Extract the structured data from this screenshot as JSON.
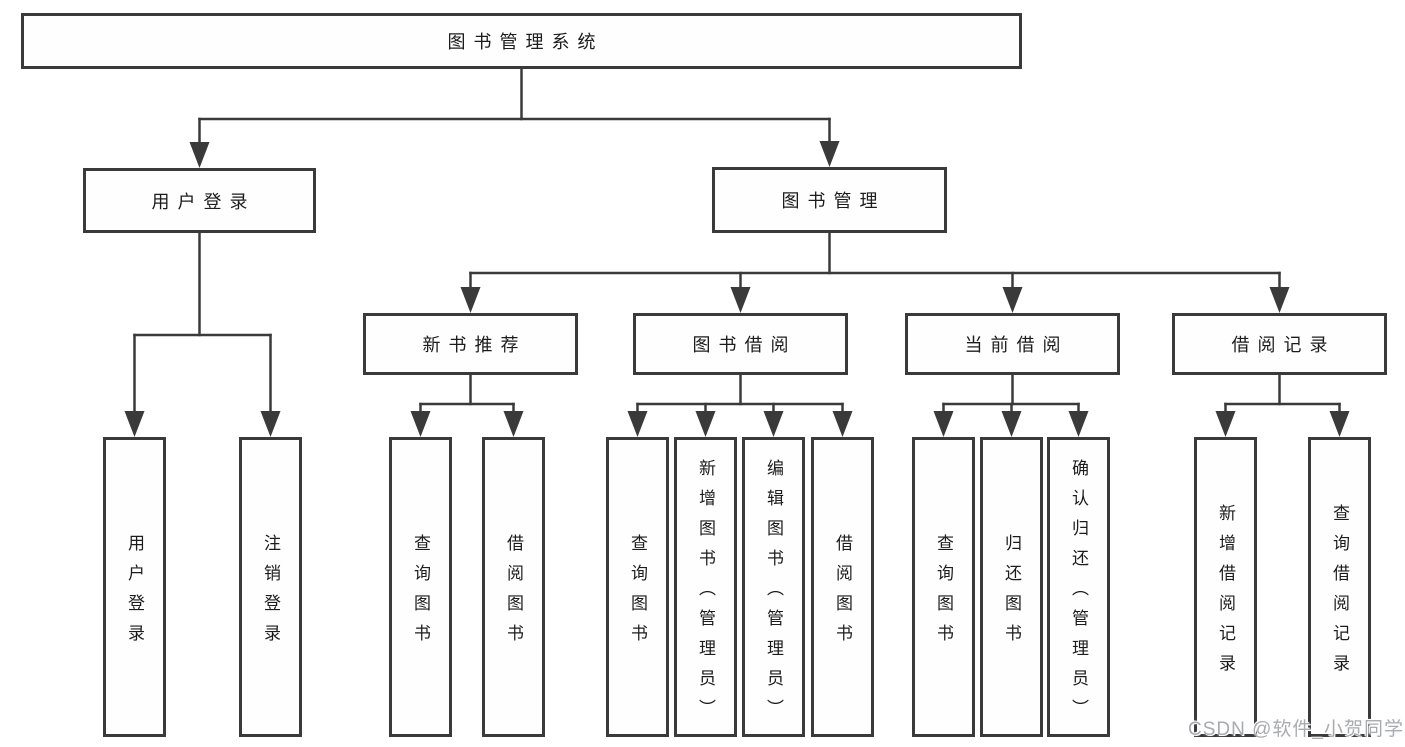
{
  "tree": {
    "label": "图书管理系统",
    "children": [
      {
        "label": "用户登录",
        "children": [
          {
            "label": "用户登录"
          },
          {
            "label": "注销登录"
          }
        ]
      },
      {
        "label": "图书管理",
        "children": [
          {
            "label": "新书推荐",
            "children": [
              {
                "label": "查询图书"
              },
              {
                "label": "借阅图书"
              }
            ]
          },
          {
            "label": "图书借阅",
            "children": [
              {
                "label": "查询图书"
              },
              {
                "label": "新增图书（管理员）"
              },
              {
                "label": "编辑图书（管理员）"
              },
              {
                "label": "借阅图书"
              }
            ]
          },
          {
            "label": "当前借阅",
            "children": [
              {
                "label": "查询图书"
              },
              {
                "label": "归还图书"
              },
              {
                "label": "确认归还（管理员）"
              }
            ]
          },
          {
            "label": "借阅记录",
            "children": [
              {
                "label": "新增借阅记录"
              },
              {
                "label": "查询借阅记录"
              }
            ]
          }
        ]
      }
    ]
  },
  "watermark": {
    "text": "CSDN @软件_小贺同学",
    "color": "#a9abae"
  },
  "colors": {
    "line": "#3a3a3a",
    "box_border": "#3a3a3a",
    "box_fill": "#ffffff",
    "text": "#1c1c1c",
    "background": "#ffffff"
  }
}
